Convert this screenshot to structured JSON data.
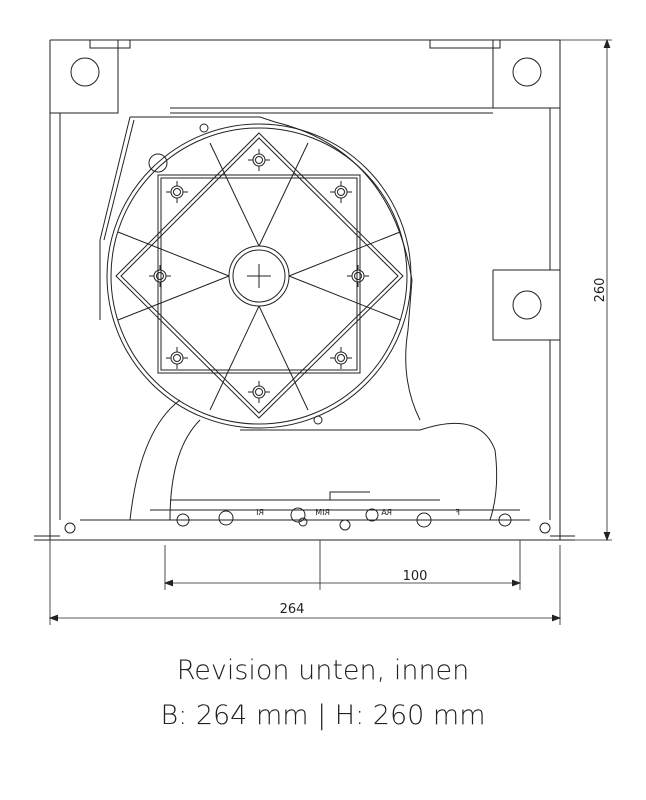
{
  "drawing": {
    "dimensions": {
      "height": "260",
      "width": "264",
      "offset": "100"
    },
    "part_labels": [
      "RI",
      "RIM",
      "RA",
      "F"
    ],
    "line_color": "#222222"
  },
  "caption": {
    "line1": "Revision unten, innen",
    "line2": "B: 264 mm | H: 260 mm"
  }
}
